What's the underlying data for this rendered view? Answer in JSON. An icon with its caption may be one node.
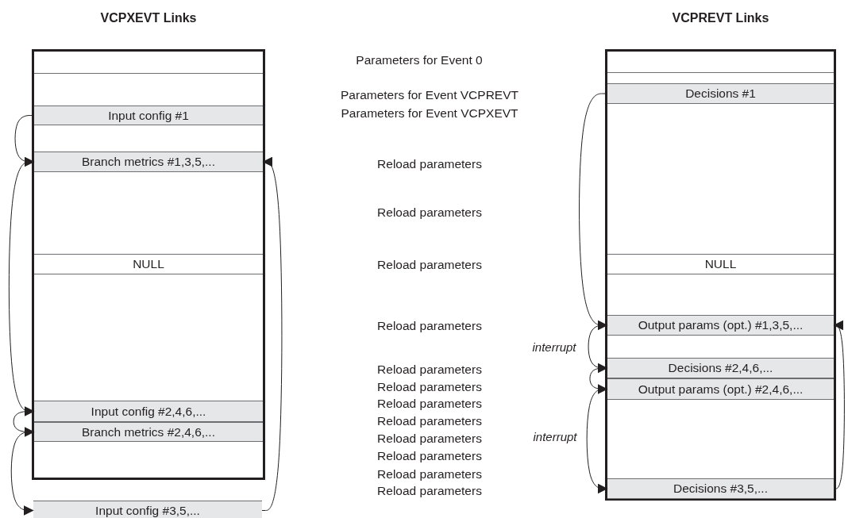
{
  "diagram": {
    "nodes": [
      {
        "text": [
          "VCPXEVT Links"
        ]
      },
      {
        "text": [
          "Input config #1"
        ],
        "in": 0
      },
      {
        "text": [
          "Branch metrics #1,3,5,..."
        ],
        "in": 0
      },
      {
        "text": [
          "NULL"
        ],
        "in": 0
      },
      {
        "text": [
          "Input config #2,4,6,..."
        ],
        "in": 0
      },
      {
        "text": [
          "Branch metrics #2,4,6,..."
        ],
        "in": 0
      },
      {
        "text": [
          "Input config #3,5,..."
        ]
      },
      {
        "text": [
          "VCPREVT Links"
        ]
      },
      {
        "text": [
          "Decisions #1"
        ],
        "in": 7
      },
      {
        "text": [
          "NULL"
        ],
        "in": 7
      },
      {
        "text": [
          "Output params (opt.) #1,3,5,..."
        ],
        "in": 7
      },
      {
        "text": [
          "Decisions #2,4,6,..."
        ],
        "in": 7
      },
      {
        "text": [
          "Output params (opt.) #2,4,6,..."
        ],
        "in": 7
      },
      {
        "text": [
          "Decisions #3,5,..."
        ],
        "in": 7
      }
    ],
    "edges": [
      {
        "from": 1,
        "to": 2,
        "arrow": "to"
      },
      {
        "from": 2,
        "to": 4,
        "arrow": "to"
      },
      {
        "from": 4,
        "to": 5,
        "arrow": "to"
      },
      {
        "from": 5,
        "to": 6,
        "arrow": "to"
      },
      {
        "from": 6,
        "to": 2,
        "arrow": "to"
      },
      {
        "from": 8,
        "to": 10,
        "arrow": "to"
      },
      {
        "from": 10,
        "to": 11,
        "label": "interrupt",
        "arrow": "to"
      },
      {
        "from": 11,
        "to": 12,
        "arrow": "to"
      },
      {
        "from": 12,
        "to": 13,
        "label": "interrupt",
        "arrow": "to"
      },
      {
        "from": 13,
        "to": 10,
        "arrow": "to"
      }
    ],
    "labels": [
      "Parameters for Event 0",
      "Parameters for Event VCPREVT",
      "Parameters for Event VCPXEVT",
      "Reload parameters",
      "Reload parameters",
      "Reload parameters",
      "Reload parameters",
      "Reload parameters",
      "Reload parameters",
      "Reload parameters",
      "Reload parameters",
      "Reload parameters",
      "Reload parameters",
      "Reload parameters",
      "Reload parameters"
    ]
  }
}
